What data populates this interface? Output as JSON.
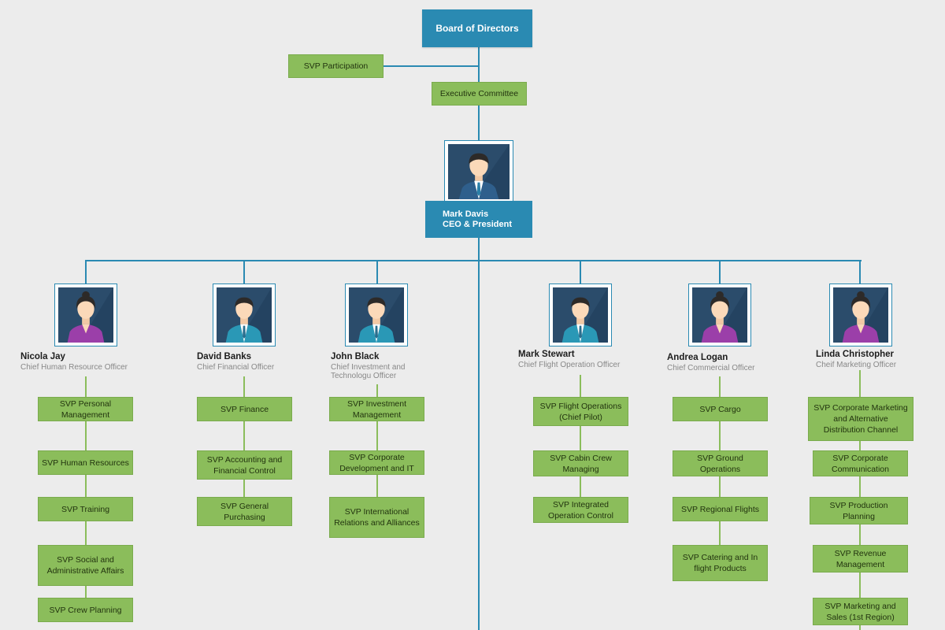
{
  "board": {
    "label": "Board of Directors"
  },
  "svp_participation": {
    "label": "SVP Participation"
  },
  "exec_committee": {
    "label": "Executive Committee"
  },
  "ceo": {
    "name": "Mark Davis",
    "title": "CEO & President"
  },
  "officers": [
    {
      "name": "Nicola Jay",
      "title": "Chief Human Resource Officer",
      "svps": [
        "SVP Personal Management",
        "SVP Human Resources",
        "SVP Training",
        "SVP Social and Administrative Affairs",
        "SVP Crew Planning"
      ]
    },
    {
      "name": "David Banks",
      "title": "Chief Financial Officer",
      "svps": [
        "SVP Finance",
        "SVP Accounting and Financial Control",
        "SVP General Purchasing"
      ]
    },
    {
      "name": "John Black",
      "title": "Chief Investment and Technologu Officer",
      "svps": [
        "SVP Investment Management",
        "SVP Corporate Development and IT",
        "SVP International Relations and Alliances"
      ]
    },
    {
      "name": "Mark Stewart",
      "title": "Chief Flight Operation Officer",
      "svps": [
        "SVP Flight Operations (Chief Pilot)",
        "SVP Cabin Crew Managing",
        "SVP Integrated Operation Control"
      ]
    },
    {
      "name": "Andrea Logan",
      "title": "Chief Commercial Officer",
      "svps": [
        "SVP Cargo",
        "SVP Ground Operations",
        "SVP Regional Flights",
        "SVP Catering and In flight Products"
      ]
    },
    {
      "name": "Linda Christopher",
      "title": "Cheif Marketing Officer",
      "svps": [
        "SVP Corporate Marketing and Alternative Distribution Channel",
        "SVP Corporate Communication",
        "SVP Production Planning",
        "SVP Revenue Management",
        "SVP Marketing and Sales (1st Region)"
      ]
    }
  ],
  "colors": {
    "blue": "#2a8ab2",
    "green": "#8bbd5b",
    "background": "#ececec",
    "photo_bg": "#2b4c6b"
  }
}
